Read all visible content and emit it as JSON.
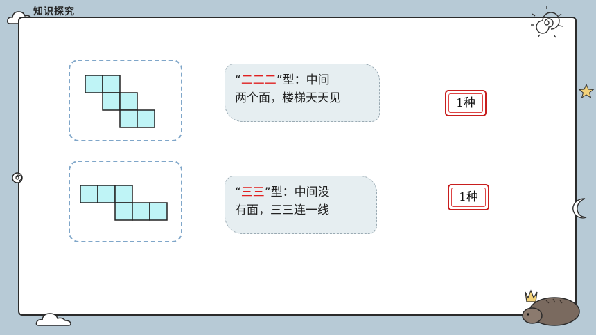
{
  "header": {
    "title": "知识探究"
  },
  "rows": [
    {
      "desc_prefix": "“",
      "desc_highlight": "二二二",
      "desc_suffix_line1": "”型：中间",
      "desc_line2": "两个面，楼梯天天见",
      "count": "1种"
    },
    {
      "desc_prefix": "“",
      "desc_highlight": "三三",
      "desc_suffix_line1": "”型：中间没",
      "desc_line2": "有面，三三连一线",
      "count": "1种"
    }
  ],
  "colors": {
    "cell_fill": "#bff4f6",
    "highlight": "#e02020",
    "panel_border": "#7fa6c9",
    "stamp_border": "#c81e1e"
  }
}
